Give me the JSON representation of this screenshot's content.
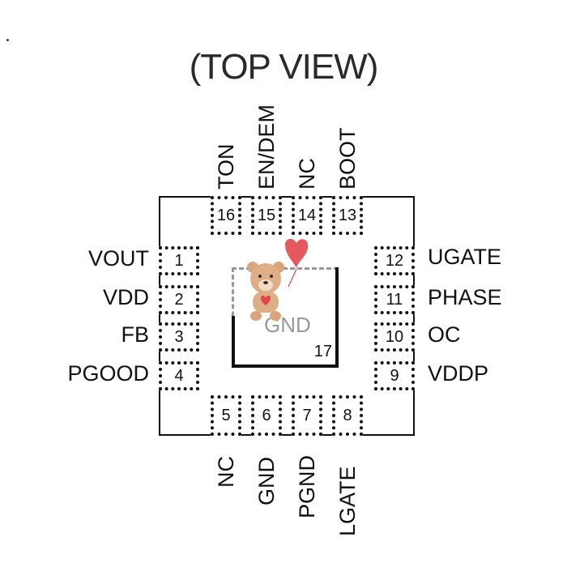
{
  "title": "(TOP VIEW)",
  "pins": {
    "left": [
      {
        "num": "1",
        "label": "VOUT"
      },
      {
        "num": "2",
        "label": "VDD"
      },
      {
        "num": "3",
        "label": "FB"
      },
      {
        "num": "4",
        "label": "PGOOD"
      }
    ],
    "bottom": [
      {
        "num": "5",
        "label": "NC"
      },
      {
        "num": "6",
        "label": "GND"
      },
      {
        "num": "7",
        "label": "PGND"
      },
      {
        "num": "8",
        "label": "LGATE"
      }
    ],
    "right": [
      {
        "num": "9",
        "label": "VDDP"
      },
      {
        "num": "10",
        "label": "OC"
      },
      {
        "num": "11",
        "label": "PHASE"
      },
      {
        "num": "12",
        "label": "UGATE"
      }
    ],
    "top": [
      {
        "num": "13",
        "label": "BOOT"
      },
      {
        "num": "14",
        "label": "NC"
      },
      {
        "num": "15",
        "label": "EN/DEM"
      },
      {
        "num": "16",
        "label": "TON"
      }
    ]
  },
  "exposed_pad": {
    "num": "17",
    "label": "GND"
  },
  "watermark_icon": "teddy-bear-with-heart-balloon-icon"
}
